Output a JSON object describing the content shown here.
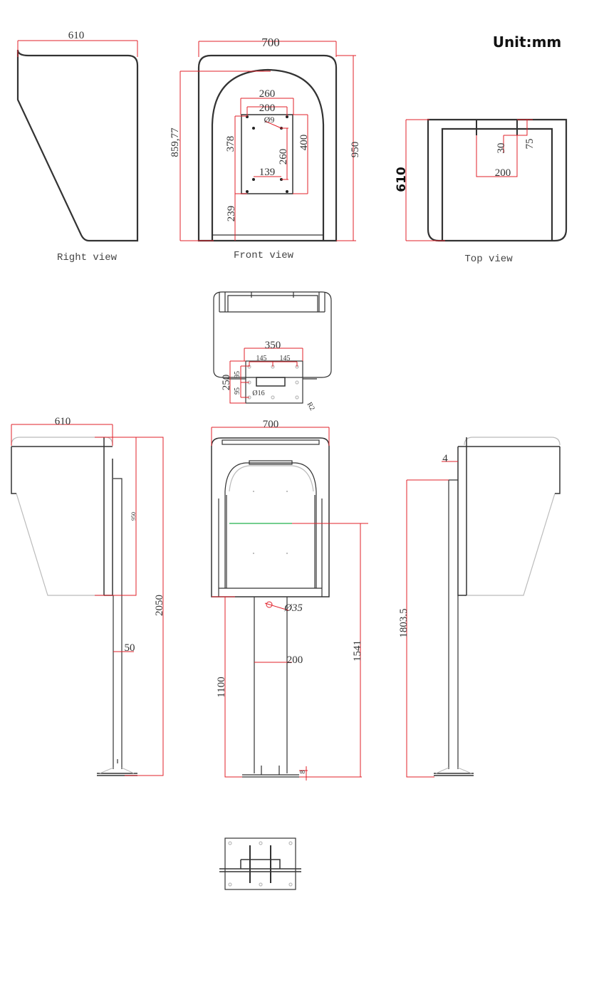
{
  "unit_label": "Unit:mm",
  "views": {
    "right_view": {
      "caption": "Right view",
      "dims": {
        "width": "610"
      }
    },
    "front_view": {
      "caption": "Front view",
      "dims": {
        "width": "700",
        "height_inner": "859,77",
        "height": "950",
        "plate_width": "260",
        "hole_spacing_w": "200",
        "hole_dia": "Ø9",
        "plate_left_height": "378",
        "plate_height": "400",
        "hole_spacing_h": "260",
        "inner_hole_spacing": "139",
        "bottom_offset": "239"
      }
    },
    "top_view": {
      "caption": "Top view",
      "dims": {
        "depth": "610",
        "d30": "30",
        "d75": "75",
        "d200": "200"
      }
    },
    "bottom_view": {
      "dims": {
        "plate_width": "350",
        "s1": "145",
        "s2": "145",
        "plate_height": "250",
        "v1": "95",
        "v2": "95",
        "hole_dia": "Ø16",
        "radius": "R2"
      }
    },
    "stand_side_view": {
      "dims": {
        "depth": "610",
        "box_height": "950",
        "total_height": "2050",
        "pole": "50"
      }
    },
    "stand_front_view": {
      "dims": {
        "width": "700",
        "hole_dia": "Ø35",
        "pole_width": "200",
        "box_bottom_height": "1100",
        "center_height": "1541",
        "base_thickness": "8"
      }
    },
    "stand_rear_side_view": {
      "dims": {
        "offset": "4",
        "height": "1803.5"
      }
    }
  },
  "colors": {
    "dimension": "#e0202a",
    "outline": "#333333",
    "center_line": "#22b14c"
  }
}
